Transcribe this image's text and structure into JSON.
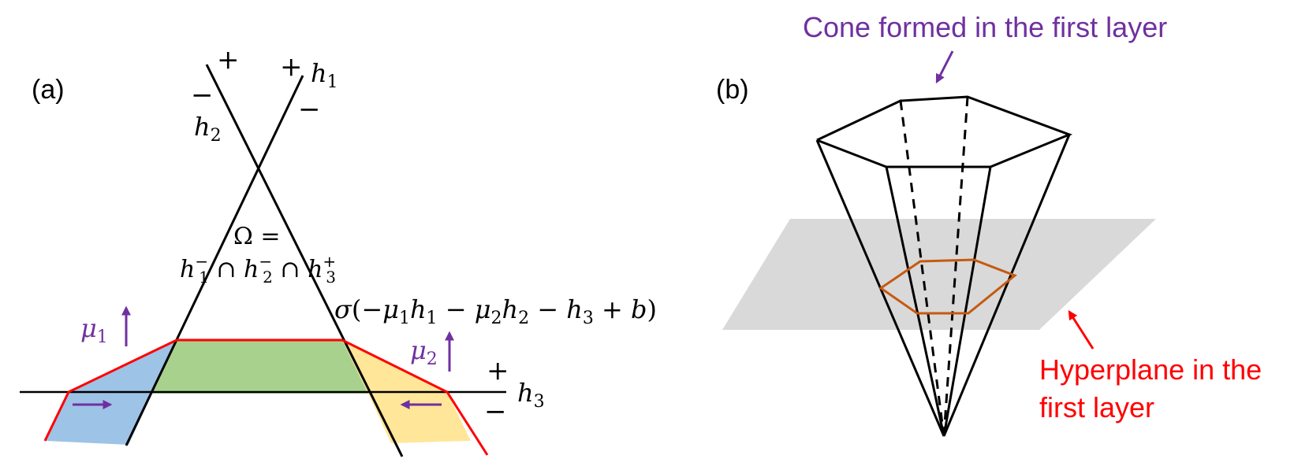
{
  "panel_a": {
    "label": "(a)",
    "h1": {
      "name": "h",
      "sub": "1",
      "plus": "+",
      "minus": "−"
    },
    "h2": {
      "name": "h",
      "sub": "2",
      "plus": "+",
      "minus": "−"
    },
    "h3": {
      "name": "h",
      "sub": "3",
      "plus": "+",
      "minus": "−"
    },
    "omega_line1": "Ω =",
    "omega_line2": {
      "t1": "h",
      "t1sub": "1",
      "t1sup": "−",
      "cap1": " ∩ ",
      "t2": "h",
      "t2sub": "2",
      "t2sup": "−",
      "cap2": " ∩ ",
      "t3": "h",
      "t3sub": "3",
      "t3sup": "+"
    },
    "sigma_expr": {
      "sigma": "σ",
      "open": "(−",
      "mu1": "μ",
      "mu1sub": "1",
      "h1": "h",
      "h1sub": "1",
      "minus1": " − ",
      "mu2": "μ",
      "mu2sub": "2",
      "h2": "h",
      "h2sub": "2",
      "minus2": " − ",
      "h3": "h",
      "h3sub": "3",
      "plusb": " + ",
      "b": "b",
      "close": ")"
    },
    "mu1_label": {
      "name": "μ",
      "sub": "1"
    },
    "mu2_label": {
      "name": "μ",
      "sub": "2"
    },
    "colors": {
      "line": "#000000",
      "activation": "#ff0000",
      "arrows": "#7030a0",
      "left_region": "#9dc3e6",
      "center_region": "#a9d18e",
      "right_region": "#ffe699"
    }
  },
  "panel_b": {
    "label": "(b)",
    "cone_label": "Cone formed in the first layer",
    "hyperplane_label_line1": "Hyperplane in the",
    "hyperplane_label_line2": "first layer",
    "colors": {
      "cone_label": "#7030a0",
      "hyperplane_label": "#ff0000",
      "plane": "#d9d9d9",
      "section": "#c55a11",
      "edges": "#000000"
    }
  }
}
